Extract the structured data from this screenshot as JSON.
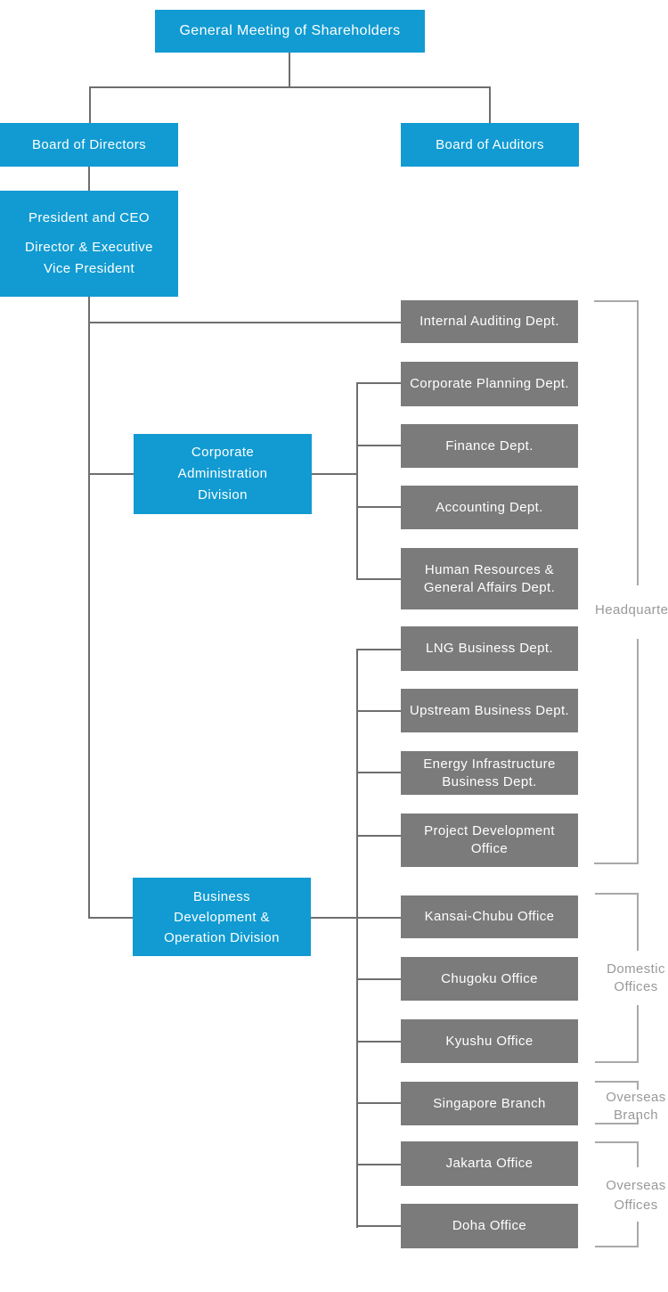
{
  "org_chart": {
    "colors": {
      "primary_blue": "#119bd2",
      "box_gray": "#7b7b7b",
      "connector_dark_gray": "#6e6e6e",
      "bracket_light_gray": "#a9a9a9",
      "group_label_gray": "#999999"
    },
    "nodes": {
      "shareholders": {
        "label": "General Meeting of Shareholders"
      },
      "board_of_directors": {
        "label": "Board of Directors"
      },
      "board_of_auditors": {
        "label": "Board of Auditors"
      },
      "president": {
        "lines": [
          "President and CEO",
          "Director & Executive",
          "Vice President"
        ]
      },
      "corporate_administration_division": {
        "lines": [
          "Corporate",
          "Administration",
          "Division"
        ]
      },
      "business_development_division": {
        "lines": [
          "Business",
          "Development &",
          "Operation Division"
        ]
      },
      "internal_auditing": {
        "label": "Internal Auditing Dept."
      },
      "corporate_planning": {
        "label": "Corporate Planning Dept."
      },
      "finance": {
        "label": "Finance Dept."
      },
      "accounting": {
        "label": "Accounting Dept."
      },
      "human_resources": {
        "lines": [
          "Human Resources &",
          "General Affairs Dept."
        ]
      },
      "lng_business": {
        "label": "LNG Business Dept."
      },
      "upstream_business": {
        "label": "Upstream Business Dept."
      },
      "energy_infrastructure": {
        "lines": [
          "Energy Infrastructure",
          "Business Dept."
        ]
      },
      "project_development": {
        "lines": [
          "Project Development",
          "Office"
        ]
      },
      "kansai_chubu": {
        "label": "Kansai-Chubu Office"
      },
      "chugoku": {
        "label": "Chugoku Office"
      },
      "kyushu": {
        "label": "Kyushu Office"
      },
      "singapore": {
        "label": "Singapore Branch"
      },
      "jakarta": {
        "label": "Jakarta Office"
      },
      "doha": {
        "label": "Doha Office"
      }
    },
    "group_labels": {
      "headquarters": {
        "label": "Headquarters"
      },
      "domestic_offices": {
        "lines": [
          "Domestic",
          "Offices"
        ]
      },
      "overseas_branch": {
        "lines": [
          "Overseas",
          "Branch"
        ]
      },
      "overseas_offices": {
        "lines": [
          "Overseas",
          "Offices"
        ]
      }
    }
  }
}
